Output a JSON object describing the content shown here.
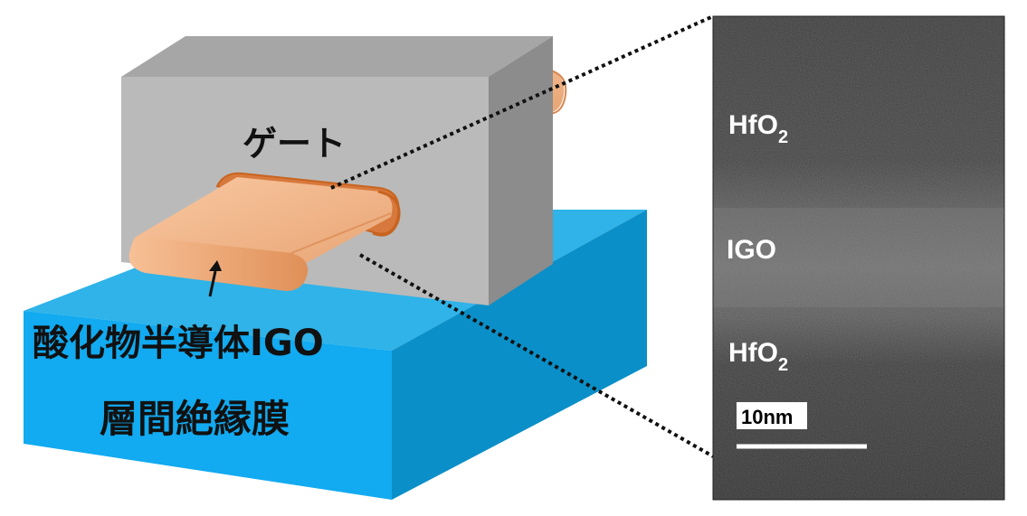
{
  "labels": {
    "gate": "ゲート",
    "oxide_semiconductor": "酸化物半導体IGO",
    "interlayer_film": "層間絶縁膜"
  },
  "tem": {
    "top_layer": {
      "base": "HfO",
      "sub": "2"
    },
    "middle_layer": "IGO",
    "bottom_layer": {
      "base": "HfO",
      "sub": "2"
    },
    "scale_bar": "10nm"
  },
  "colors": {
    "substrate_top": "#2fb3e8",
    "substrate_front": "#12aaf0",
    "substrate_right": "#0b8fc8",
    "gate_front": "#bababa",
    "gate_top": "#a6a6a6",
    "gate_right": "#8c8c8c",
    "channel_light": "#f6bb90",
    "channel_dark": "#e39a66",
    "channel_edge": "#c8641f"
  }
}
